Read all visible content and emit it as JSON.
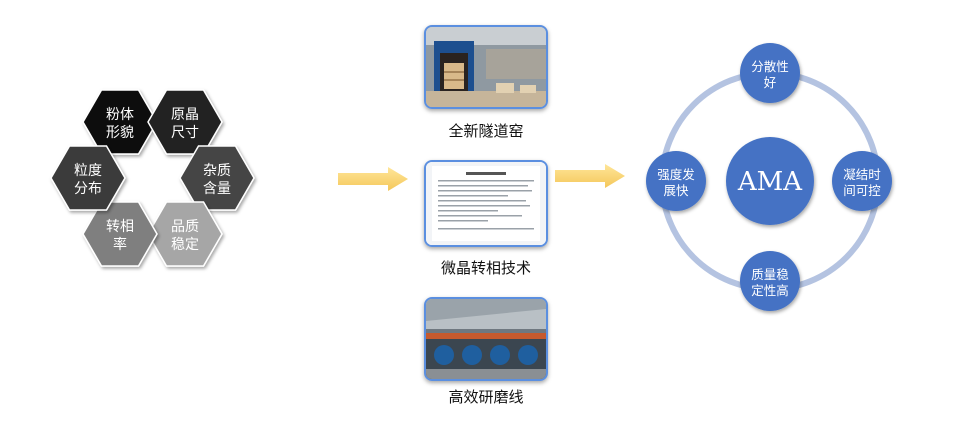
{
  "hexagons": [
    {
      "label_line1": "粉体",
      "label_line2": "形貌",
      "color": "#111111"
    },
    {
      "label_line1": "原晶",
      "label_line2": "尺寸",
      "color": "#222222"
    },
    {
      "label_line1": "杂质",
      "label_line2": "含量",
      "color": "#444444"
    },
    {
      "label_line1": "品质",
      "label_line2": "稳定",
      "color": "#a6a6a6"
    },
    {
      "label_line1": "转相",
      "label_line2": "率",
      "color": "#7f7f7f"
    },
    {
      "label_line1": "粒度",
      "label_line2": "分布",
      "color": "#3a3a3a"
    }
  ],
  "processes": [
    {
      "caption": "全新隧道窑",
      "image": "tunnel-kiln-photo"
    },
    {
      "caption": "微晶转相技术",
      "image": "document-photo"
    },
    {
      "caption": "高效研磨线",
      "image": "grinding-line-photo"
    }
  ],
  "product": {
    "center_label": "AMA",
    "satellites": [
      {
        "label_line1": "分散性",
        "label_line2": "好"
      },
      {
        "label_line1": "凝结时",
        "label_line2": "间可控"
      },
      {
        "label_line1": "质量稳",
        "label_line2": "定性高"
      },
      {
        "label_line1": "强度发",
        "label_line2": "展快"
      }
    ]
  },
  "colors": {
    "circle_fill": "#4472c4",
    "ring": "#b4c3e1",
    "arrow": "#ffd966",
    "photo_border": "#5b8fe0"
  }
}
